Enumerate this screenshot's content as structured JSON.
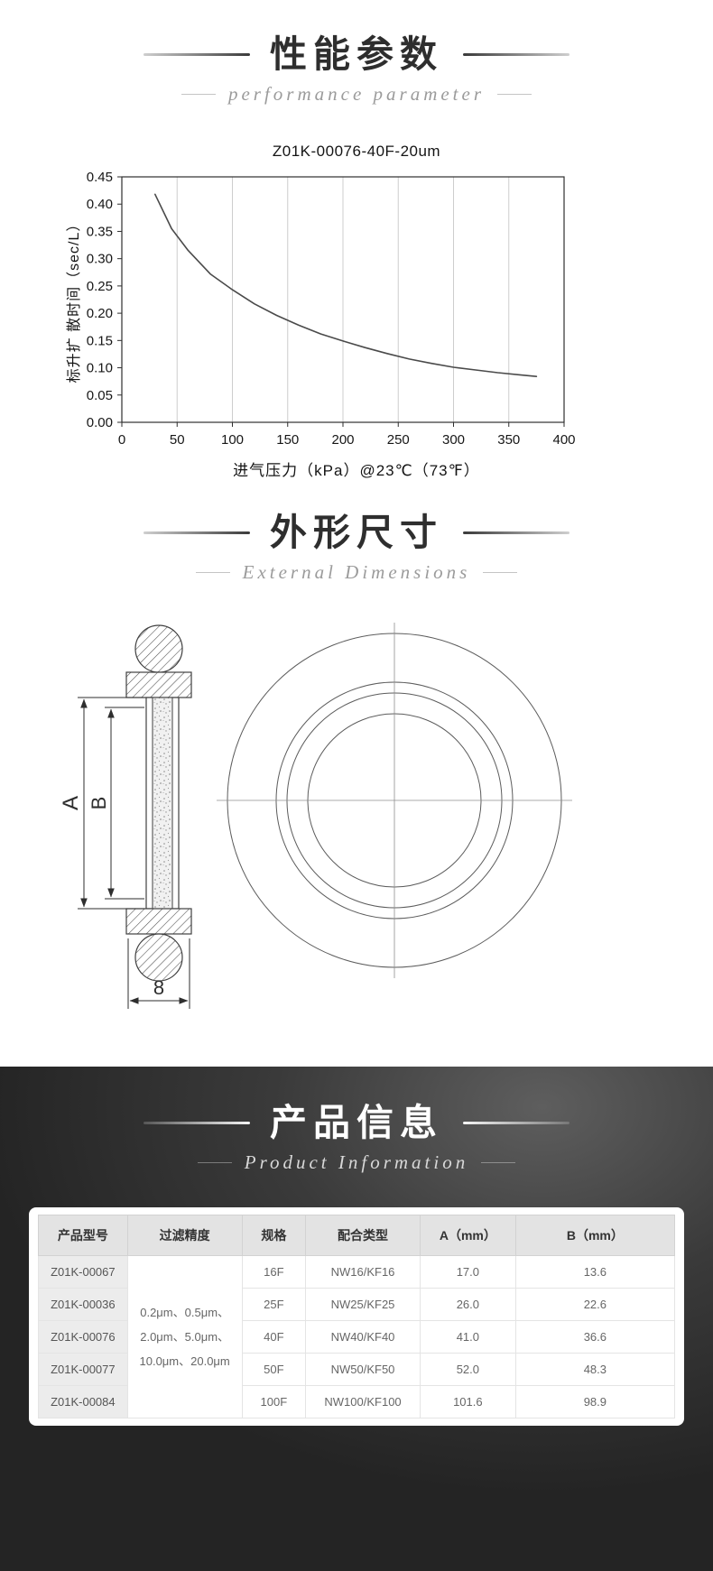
{
  "sections": {
    "performance": {
      "title": "性能参数",
      "subtitle": "performance parameter"
    },
    "dimensions": {
      "title": "外形尺寸",
      "subtitle": "External Dimensions"
    },
    "product": {
      "title": "产品信息",
      "subtitle": "Product Information"
    }
  },
  "chart_data": {
    "type": "line",
    "title": "Z01K-00076-40F-20um",
    "xlabel": "进气压力（kPa）@23℃（73℉）",
    "ylabel": "标升扩 散时间（sec/L）",
    "xlim": [
      0,
      400
    ],
    "ylim": [
      0,
      0.45
    ],
    "x_ticks": [
      0,
      50,
      100,
      150,
      200,
      250,
      300,
      350,
      400
    ],
    "y_ticks": [
      "0.00",
      "0.05",
      "0.10",
      "0.15",
      "0.20",
      "0.25",
      "0.30",
      "0.35",
      "0.40",
      "0.45"
    ],
    "grid": "vertical",
    "legend": "none",
    "series": [
      {
        "name": "Z01K-00076-40F-20um",
        "x": [
          30,
          45,
          60,
          80,
          100,
          120,
          140,
          160,
          180,
          200,
          220,
          240,
          260,
          280,
          300,
          320,
          340,
          360,
          375
        ],
        "y": [
          0.418,
          0.355,
          0.315,
          0.272,
          0.243,
          0.217,
          0.196,
          0.178,
          0.162,
          0.149,
          0.137,
          0.126,
          0.116,
          0.108,
          0.101,
          0.096,
          0.091,
          0.087,
          0.084
        ]
      }
    ]
  },
  "drawing": {
    "dim_a_label": "A",
    "dim_b_label": "B",
    "dim_width_label": "8"
  },
  "table": {
    "headers": [
      "产品型号",
      "过滤精度",
      "规格",
      "配合类型",
      "A（mm）",
      "B（mm）"
    ],
    "filter_precision": "0.2μm、0.5μm、\n2.0μm、5.0μm、\n10.0μm、20.0μm",
    "rows": [
      {
        "model": "Z01K-00067",
        "spec": "16F",
        "type": "NW16/KF16",
        "a": "17.0",
        "b": "13.6"
      },
      {
        "model": "Z01K-00036",
        "spec": "25F",
        "type": "NW25/KF25",
        "a": "26.0",
        "b": "22.6"
      },
      {
        "model": "Z01K-00076",
        "spec": "40F",
        "type": "NW40/KF40",
        "a": "41.0",
        "b": "36.6"
      },
      {
        "model": "Z01K-00077",
        "spec": "50F",
        "type": "NW50/KF50",
        "a": "52.0",
        "b": "48.3"
      },
      {
        "model": "Z01K-00084",
        "spec": "100F",
        "type": "NW100/KF100",
        "a": "101.6",
        "b": "98.9"
      }
    ]
  },
  "colors": {
    "accent_dark": "#2e2e2e",
    "grid_line": "#cdcdcd",
    "curve": "#4a4a4a",
    "table_header_bg": "#e3e3e3",
    "model_cell_bg": "#ececec",
    "dark_section_bg": "#2b2b2b"
  }
}
